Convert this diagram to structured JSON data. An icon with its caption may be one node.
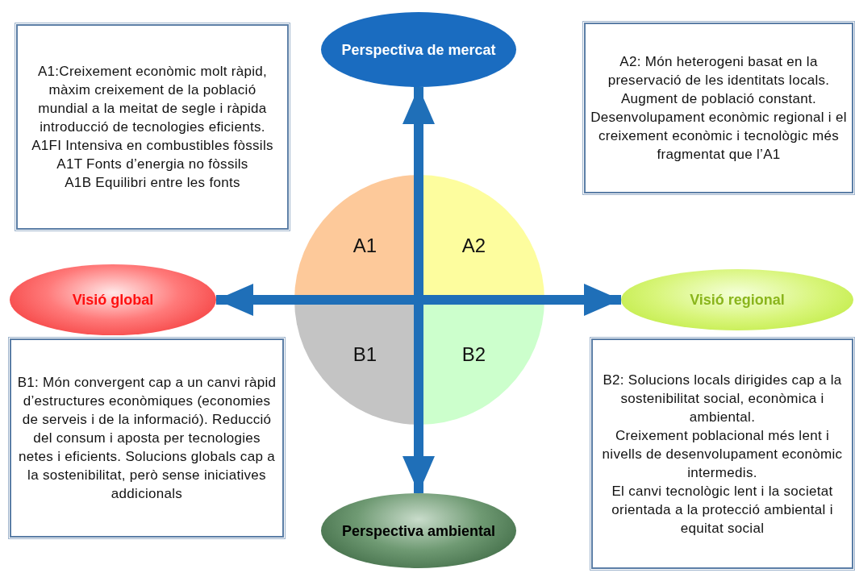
{
  "diagram": {
    "nodes": [
      {
        "text": [
          "A1:Creixement econòmic molt ràpid, màxim creixement de la població mundial a la meitat de segle i ràpida introducció de tecnologies eficients.",
          "A1FI Intensiva en combustibles fòssils",
          "A1T Fonts d’energia no fòssils",
          "A1B Equilibri entre les fonts"
        ]
      },
      {
        "text": [
          "Perspectiva de mercat"
        ]
      },
      {
        "text": [
          "A2: Món heterogeni basat en la preservació de les identitats locals. Augment de població constant.",
          "Desenvolupament econòmic regional i el creixement econòmic i tecnològic més fragmentat que l’A1"
        ]
      },
      {
        "text": [
          "A1"
        ]
      },
      {
        "text": [
          "A2"
        ]
      },
      {
        "text": [
          "Visió global"
        ]
      },
      {
        "text": [
          "Visió regional"
        ]
      },
      {
        "text": [
          "B1"
        ]
      },
      {
        "text": [
          "B2"
        ]
      },
      {
        "text": [
          "B1: Món convergent cap a un canvi ràpid d’estructures econòmiques (economies de serveis i de la informació). Reducció del consum i aposta per tecnologies netes i eficients. Solucions globals cap a la sostenibilitat, però sense iniciatives addicionals"
        ]
      },
      {
        "text": [
          "Perspectiva ambiental"
        ]
      },
      {
        "text": [
          "B2: Solucions locals dirigides cap a la sostenibilitat social, econòmica i ambiental.",
          "Creixement poblacional més lent i nivells de desenvolupament econòmic intermedis.",
          "El canvi tecnològic lent i la societat orientada a la protecció ambiental i equitat social"
        ]
      }
    ],
    "edges": [
      {
        "from": 1,
        "to": 10,
        "arrow": "both"
      },
      {
        "from": 5,
        "to": 6,
        "arrow": "both"
      }
    ]
  }
}
